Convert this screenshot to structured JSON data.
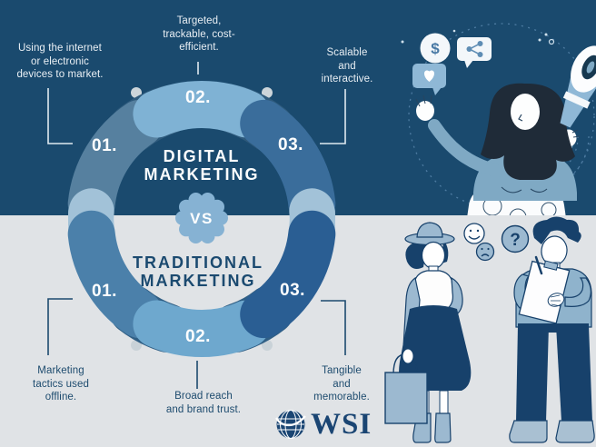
{
  "infographic": {
    "digital": {
      "title_line1": "DIGITAL",
      "title_line2": "MARKETING",
      "steps": [
        {
          "num": "01.",
          "label": "Using the internet\nor electronic\ndevices to market."
        },
        {
          "num": "02.",
          "label": "Targeted,\ntrackable, cost-\nefficient."
        },
        {
          "num": "03.",
          "label": "Scalable\nand\ninteractive."
        }
      ]
    },
    "vs_label": "VS",
    "traditional": {
      "title_line1": "TRADITIONAL",
      "title_line2": "MARKETING",
      "steps": [
        {
          "num": "01.",
          "label": "Marketing\ntactics used\noffline."
        },
        {
          "num": "02.",
          "label": "Broad reach\nand brand trust."
        },
        {
          "num": "03.",
          "label": "Tangible\nand\nmemorable."
        }
      ]
    },
    "brand": {
      "logo_text": "WSI"
    },
    "symbols": {
      "dollar": "$",
      "question": "?"
    },
    "colors": {
      "digital_bg": "#1a4a6e",
      "traditional_bg": "#e0e3e6",
      "navy_text": "#1c4a6e",
      "digital_step1": "#56809f",
      "digital_step2": "#7fb2d4",
      "digital_step3": "#3a6d9b",
      "traditional_step1": "#4b80aa",
      "traditional_step2": "#6ea8ce",
      "traditional_step3": "#2a5e93",
      "vs_badge": "#86b2d3"
    }
  }
}
